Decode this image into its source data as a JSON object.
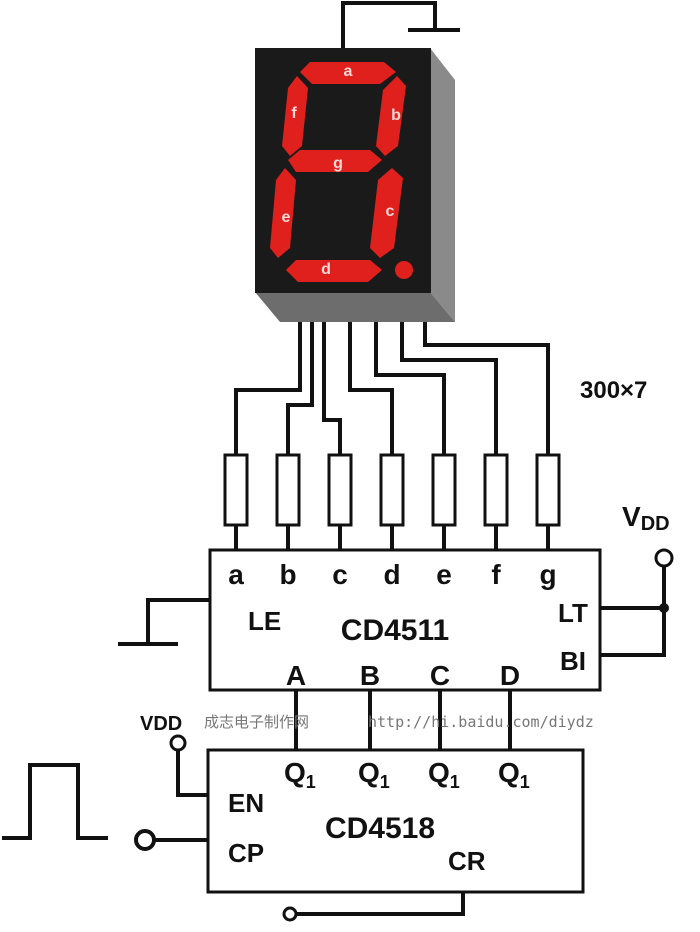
{
  "display": {
    "segments": [
      "a",
      "b",
      "c",
      "d",
      "e",
      "f",
      "g"
    ],
    "segment_color": "#e0201c",
    "body_color": "#1a1a1a"
  },
  "resistor_label": "300×7",
  "vdd_top": {
    "main": "V",
    "sub": "DD"
  },
  "cd4511": {
    "name": "CD4511",
    "outputs": [
      "a",
      "b",
      "c",
      "d",
      "e",
      "f",
      "g"
    ],
    "le": "LE",
    "lt": "LT",
    "bi": "BI",
    "inputs": [
      "A",
      "B",
      "C",
      "D"
    ]
  },
  "cd4518": {
    "name": "CD4518",
    "outputs": [
      {
        "main": "Q",
        "sub": "1"
      },
      {
        "main": "Q",
        "sub": "1"
      },
      {
        "main": "Q",
        "sub": "1"
      },
      {
        "main": "Q",
        "sub": "1"
      }
    ],
    "en": "EN",
    "cp": "CP",
    "cr": "CR"
  },
  "vdd_left": "VDD",
  "watermark": {
    "chinese": "成志电子制作网",
    "url": "http://hi.baidu.com/diydz"
  }
}
